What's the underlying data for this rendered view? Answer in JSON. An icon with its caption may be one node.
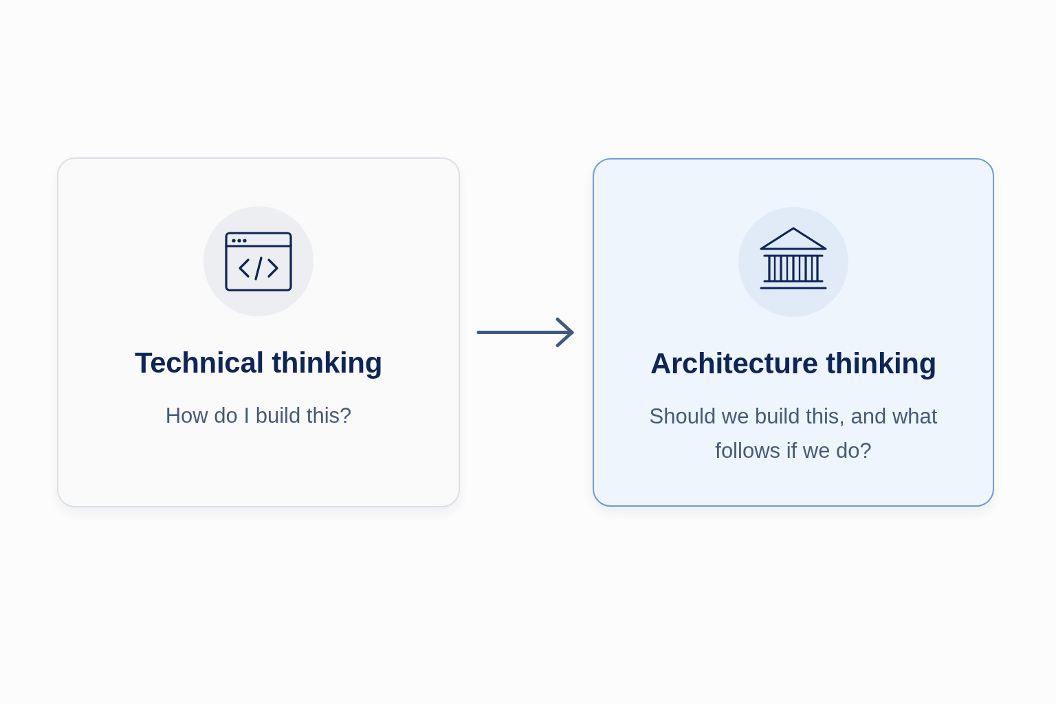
{
  "diagram": {
    "nodes": [
      {
        "text": [
          "Technical thinking",
          "How do I build this?"
        ]
      },
      {
        "text": [
          "Architecture thinking",
          "Should we build this, and what follows if we do?"
        ]
      }
    ],
    "edges": [
      {
        "from": 0,
        "to": 1,
        "arrow": "to"
      }
    ]
  }
}
